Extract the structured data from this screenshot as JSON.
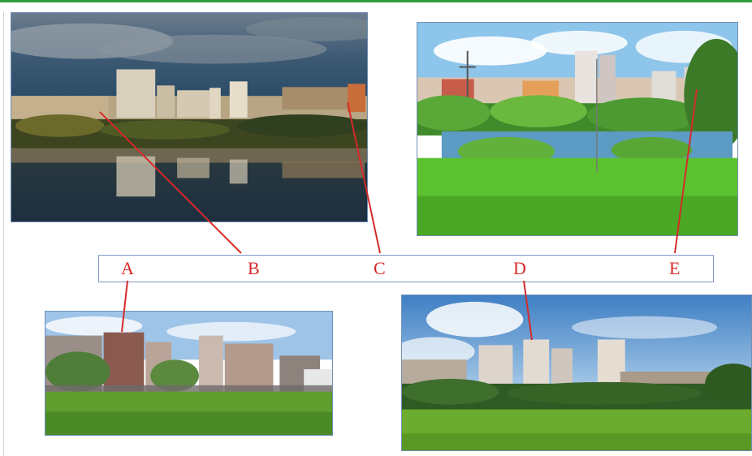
{
  "labels": {
    "a": "A",
    "b": "B",
    "c": "C",
    "d": "D",
    "e": "E"
  },
  "photos": {
    "river_city": "river-with-city-reflection",
    "park_lake": "park-with-lake-and-high-rises",
    "low_buildings": "fenced-field-with-buildings",
    "tall_buildings": "meadow-with-tall-towers"
  },
  "colors": {
    "leader_line": "#d42a2a",
    "frame_accent": "#2f9e3a",
    "box_border": "#7f95c7"
  }
}
